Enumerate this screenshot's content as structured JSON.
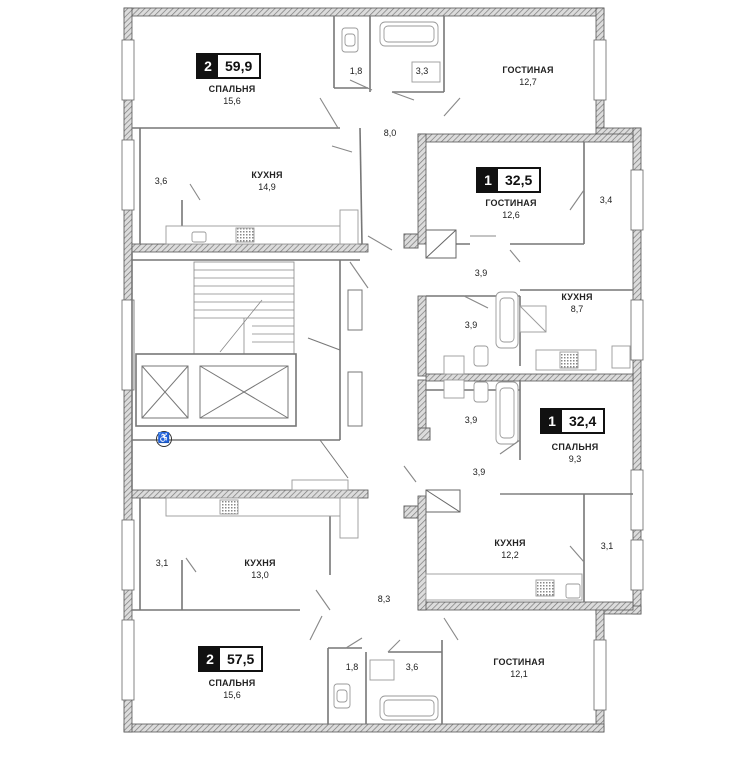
{
  "apartments": [
    {
      "rooms": "2",
      "area": "59,9"
    },
    {
      "rooms": "1",
      "area": "32,5"
    },
    {
      "rooms": "1",
      "area": "32,4"
    },
    {
      "rooms": "2",
      "area": "57,5"
    }
  ],
  "rooms": {
    "a1_bedroom": {
      "name": "СПАЛЬНЯ",
      "area": "15,6"
    },
    "a1_bath1": {
      "area": "1,8"
    },
    "a1_bath2": {
      "area": "3,3"
    },
    "a1_living": {
      "name": "ГОСТИНАЯ",
      "area": "12,7"
    },
    "a1_hall": {
      "area": "8,0"
    },
    "a1_storage": {
      "area": "3,6"
    },
    "a1_kitchen": {
      "name": "КУХНЯ",
      "area": "14,9"
    },
    "a2_living": {
      "name": "ГОСТИНАЯ",
      "area": "12,6"
    },
    "a2_balcony": {
      "area": "3,4"
    },
    "a2_hall": {
      "area": "3,9"
    },
    "a2_bath": {
      "area": "3,9"
    },
    "a2_kitchen": {
      "name": "КУХНЯ",
      "area": "8,7"
    },
    "a3_bath": {
      "area": "3,9"
    },
    "a3_hall": {
      "area": "3,9"
    },
    "a3_bedroom": {
      "name": "СПАЛЬНЯ",
      "area": "9,3"
    },
    "a3_kitchen": {
      "name": "КУХНЯ",
      "area": "12,2"
    },
    "a3_balcony": {
      "area": "3,1"
    },
    "a4_storage": {
      "area": "3,1"
    },
    "a4_kitchen": {
      "name": "КУХНЯ",
      "area": "13,0"
    },
    "a4_hall": {
      "area": "8,3"
    },
    "a4_bath1": {
      "area": "1,8"
    },
    "a4_bath2": {
      "area": "3,6"
    },
    "a4_bedroom": {
      "name": "СПАЛЬНЯ",
      "area": "15,6"
    },
    "a4_living": {
      "name": "ГОСТИНАЯ",
      "area": "12,1"
    }
  },
  "icons": {
    "accessibility": "wheelchair-icon",
    "wheelchair_glyph": "♿"
  },
  "colors": {
    "wall": "#8a8a8a",
    "wall_edge": "#555555",
    "line": "#777777",
    "fixture": "#9a9a9a",
    "badge_bg": "#111111",
    "badge_text": "#ffffff",
    "text": "#222222"
  }
}
